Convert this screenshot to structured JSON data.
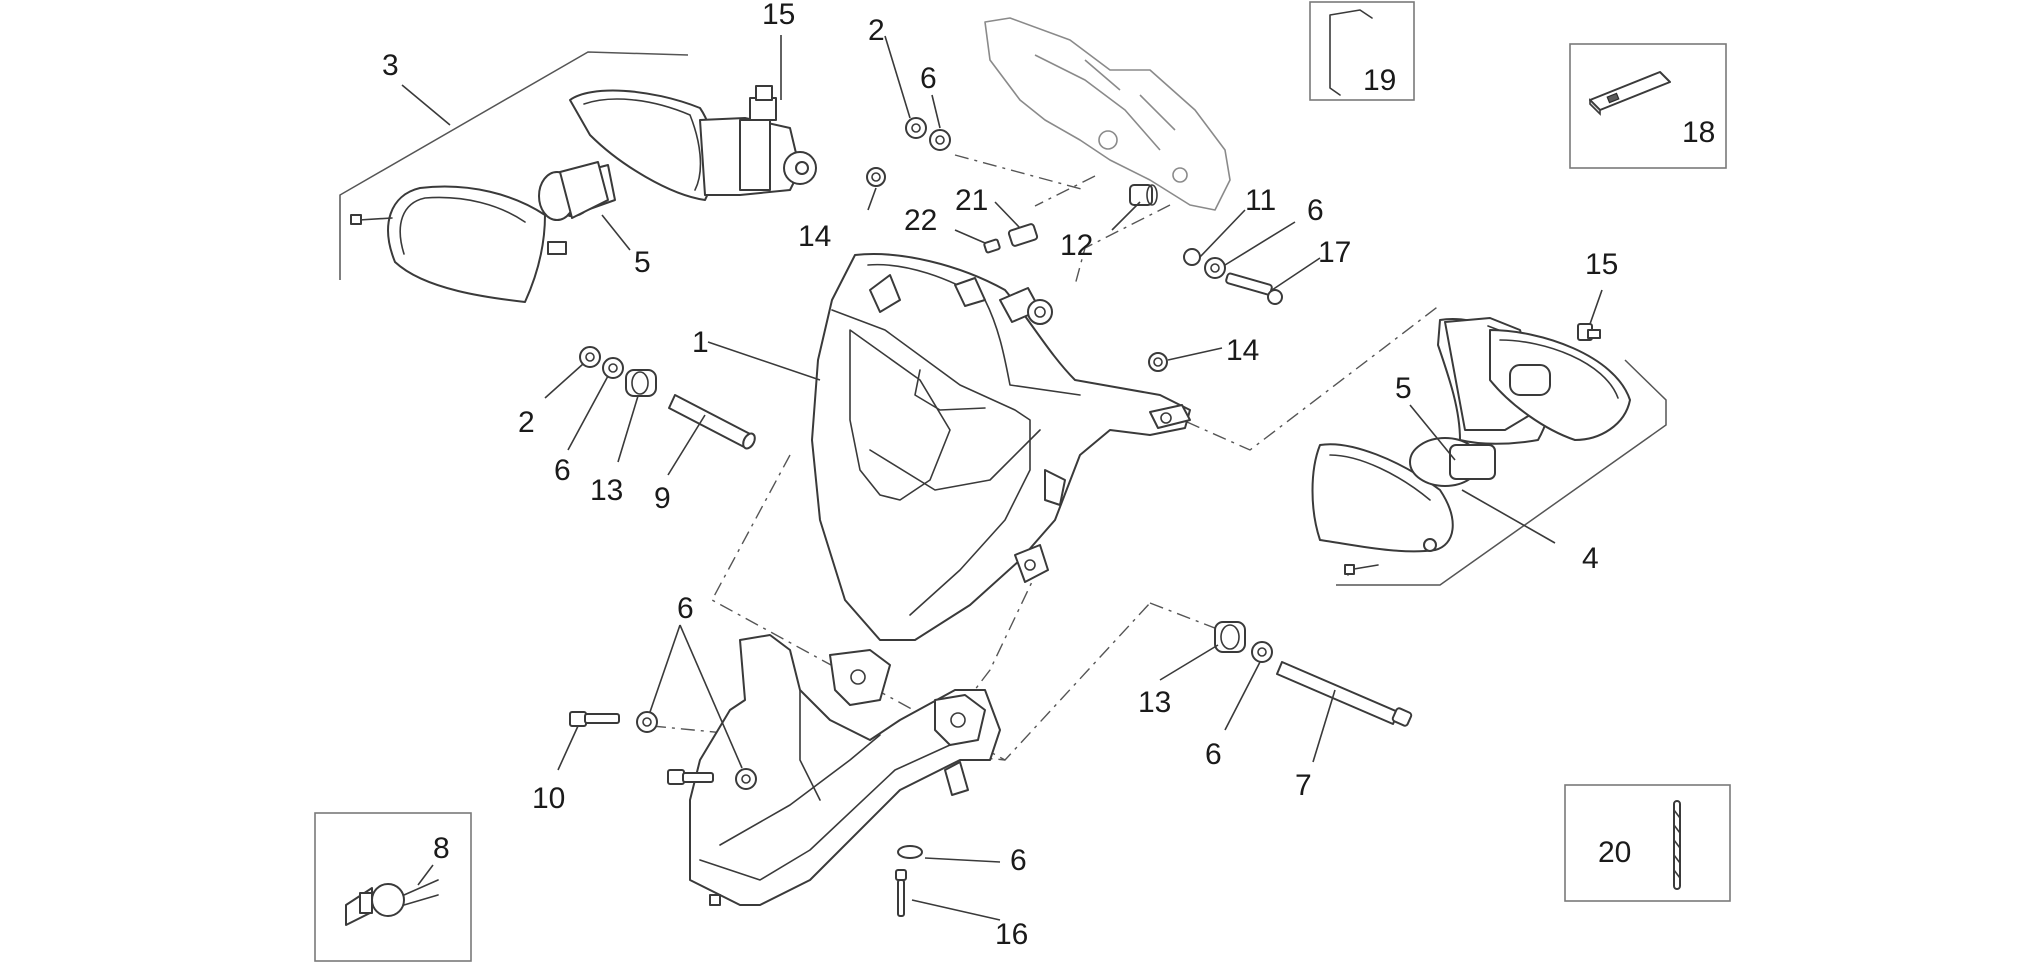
{
  "callouts": {
    "c1": "1",
    "c2a": "2",
    "c2b": "2",
    "c3": "3",
    "c4": "4",
    "c5a": "5",
    "c5b": "5",
    "c6a": "6",
    "c6b": "6",
    "c6c": "6",
    "c6d": "6",
    "c6e": "6",
    "c6f": "6",
    "c7": "7",
    "c8": "8",
    "c9": "9",
    "c10": "10",
    "c11": "11",
    "c12": "12",
    "c13a": "13",
    "c13b": "13",
    "c14a": "14",
    "c14b": "14",
    "c15a": "15",
    "c15b": "15",
    "c16": "16",
    "c17": "17",
    "c18": "18",
    "c19": "19",
    "c20": "20",
    "c21": "21",
    "c22": "22"
  },
  "icons": {
    "headlight": "headlight-assembly-icon",
    "turn_signal": "turn-signal-icon",
    "bulb": "bulb-icon",
    "bracket": "headlight-bracket-icon",
    "screw": "screw-icon",
    "washer": "washer-icon",
    "nut": "nut-icon",
    "spacer": "spacer-icon",
    "halogen_bulb": "halogen-bulb-icon",
    "clip": "clip-icon",
    "connector": "connector-icon",
    "cable_tie": "cable-tie-icon"
  }
}
